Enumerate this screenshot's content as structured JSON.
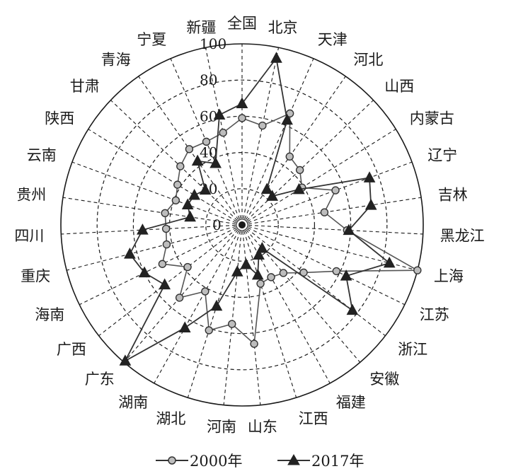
{
  "chart_data": {
    "type": "radar",
    "title": "",
    "axes": [
      "全国",
      "北京",
      "天津",
      "河北",
      "山西",
      "内蒙古",
      "辽宁",
      "吉林",
      "黑龙江",
      "上海",
      "江苏",
      "浙江",
      "安徽",
      "福建",
      "江西",
      "山东",
      "河南",
      "湖北",
      "湖南",
      "广东",
      "广西",
      "海南",
      "重庆",
      "四川",
      "贵州",
      "云南",
      "陕西",
      "甘肃",
      "青海",
      "宁夏",
      "新疆"
    ],
    "rlim": [
      0,
      100
    ],
    "ticks": [
      0,
      20,
      40,
      60,
      80,
      100
    ],
    "tick_labels": [
      "0",
      "20",
      "40",
      "60",
      "80",
      "100"
    ],
    "grid": true,
    "legend_position": "bottom",
    "series": [
      {
        "name": "2000年",
        "marker": "circle",
        "values": [
          59,
          56,
          67,
          46,
          44,
          39,
          55,
          46,
          58,
          100,
          58,
          43,
          35,
          33,
          34,
          66,
          55,
          61,
          42,
          53,
          38,
          49,
          43,
          42,
          43,
          39,
          42,
          47,
          51,
          50,
          52
        ]
      },
      {
        "name": "2017年",
        "marker": "triangle",
        "values": [
          67,
          94,
          63,
          24,
          23,
          37,
          75,
          72,
          59,
          84,
          64,
          77,
          17,
          19,
          29,
          22,
          26,
          47,
          65,
          99,
          54,
          60,
          64,
          55,
          29,
          32,
          31,
          28,
          43,
          37,
          62
        ]
      }
    ]
  }
}
